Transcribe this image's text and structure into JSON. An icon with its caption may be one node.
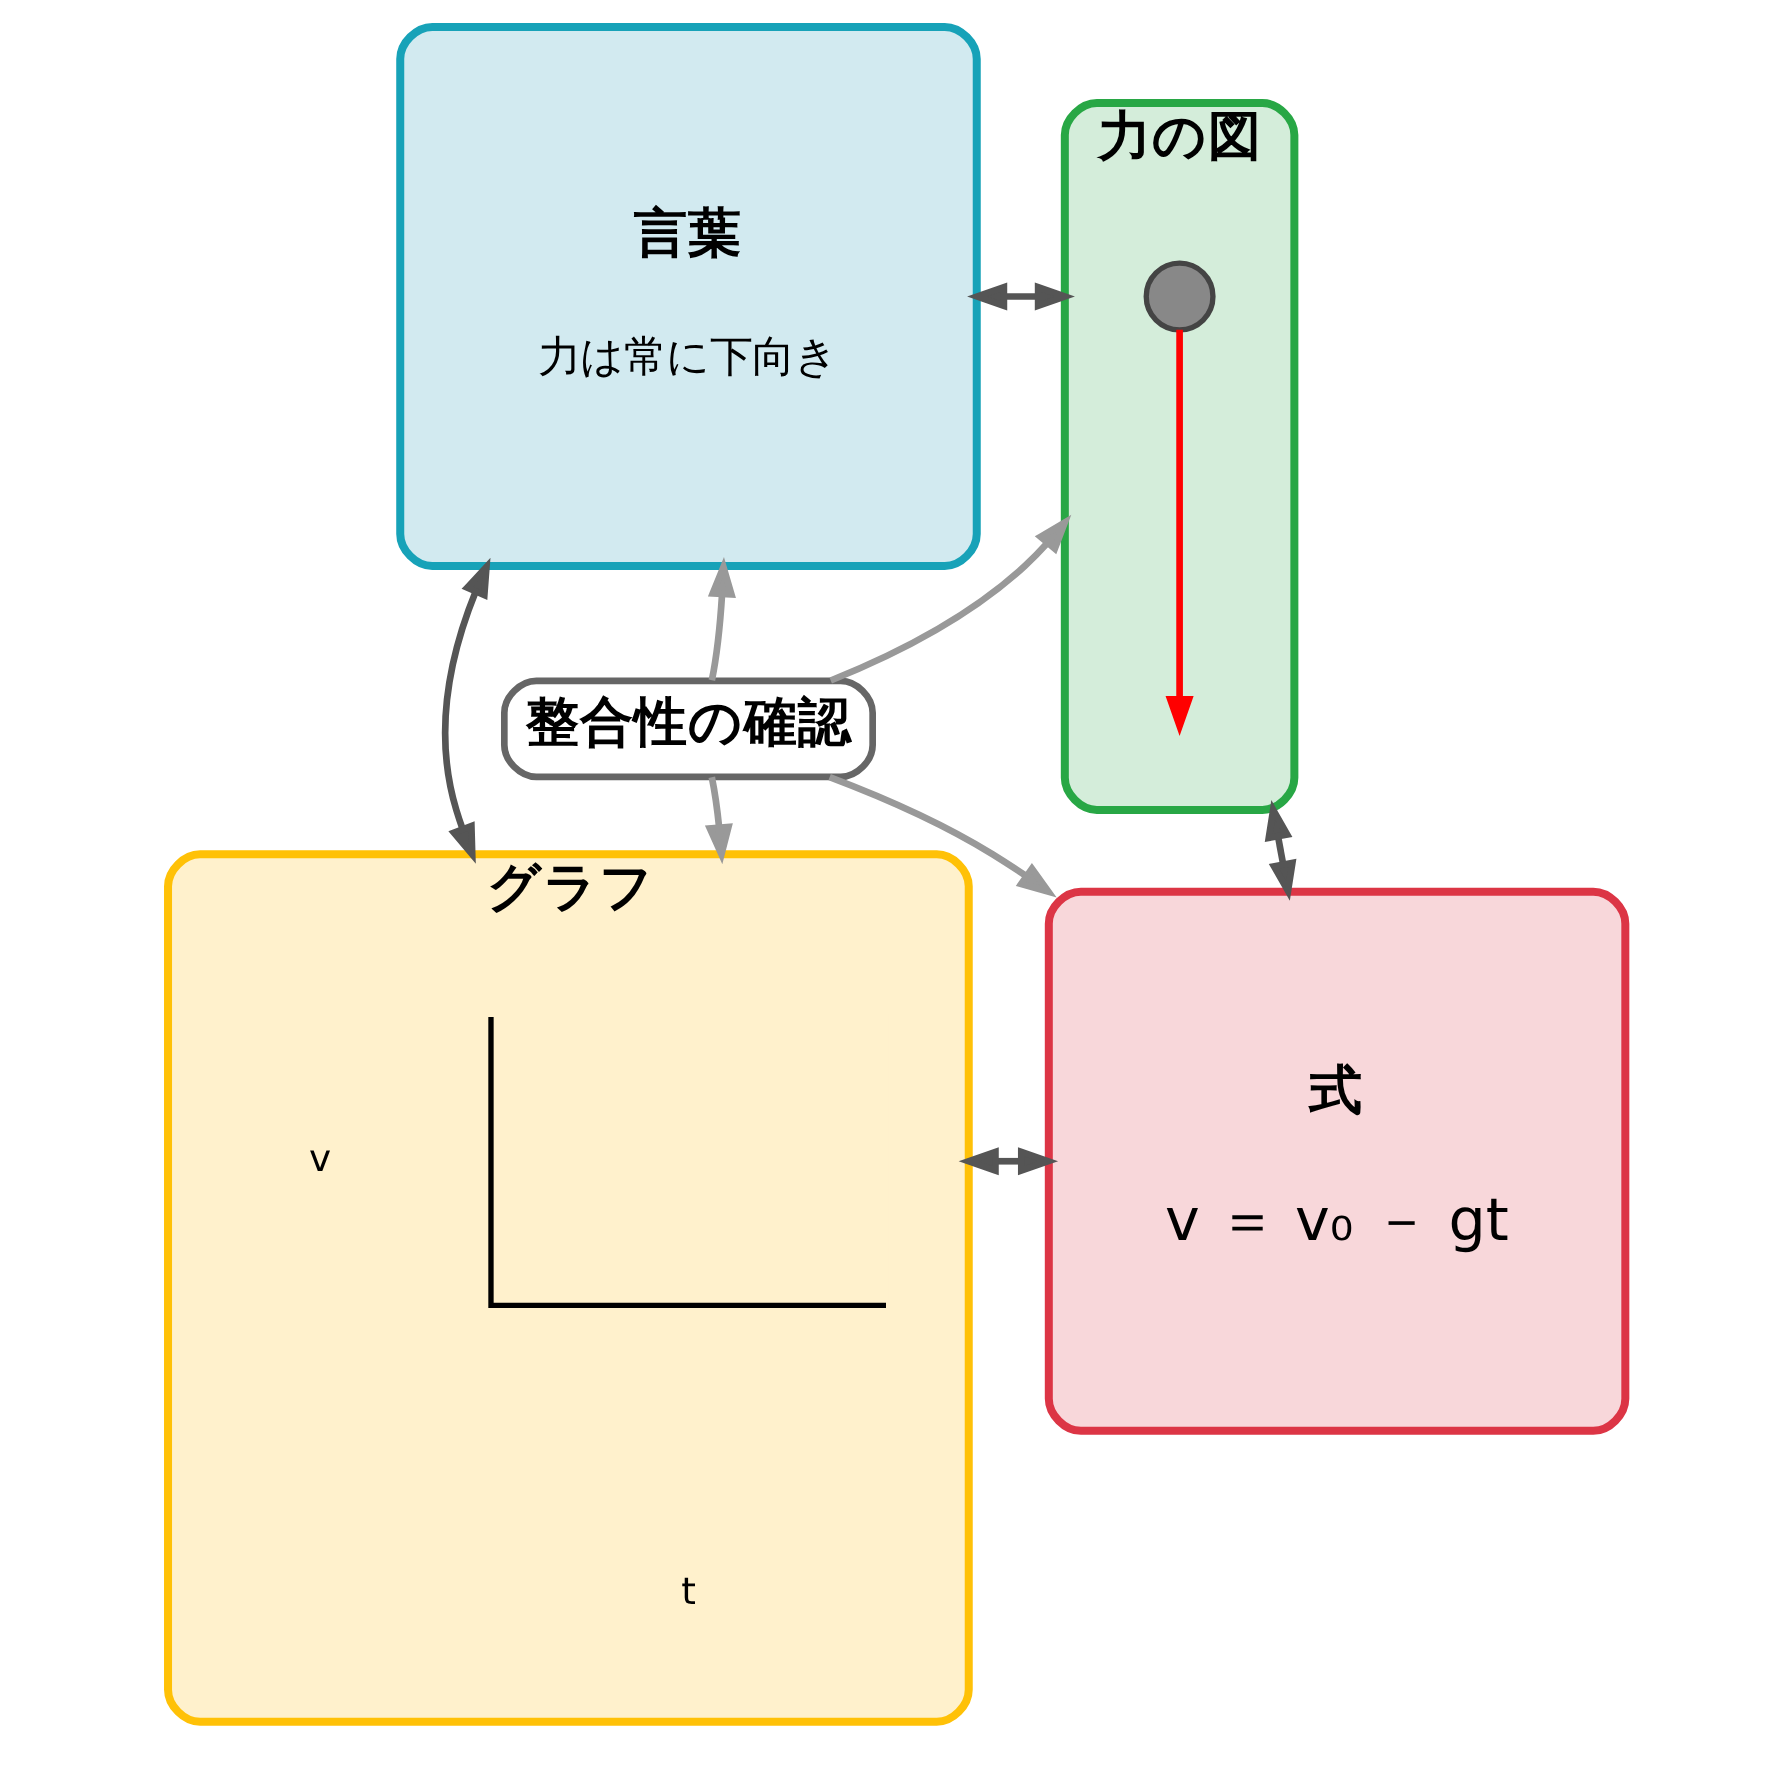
{
  "diagram": {
    "nodes": [
      {
        "text": [
          "言葉",
          "力は常に下向き"
        ]
      },
      {
        "text": [
          "力の図"
        ]
      },
      {
        "text": [],
        "shape": "circle",
        "in": 1
      },
      {
        "text": [
          "整合性の確認"
        ]
      },
      {
        "text": [
          "グラフ"
        ]
      },
      {
        "text": [],
        "shape": "picture",
        "in": 4
      },
      {
        "text": [
          "式",
          "v ＝ v₀ － gt"
        ]
      }
    ],
    "edges": [
      {
        "from": 0,
        "to": 1,
        "arrow": "both"
      },
      {
        "from": 0,
        "to": 4,
        "arrow": "both"
      },
      {
        "from": 1,
        "to": 6,
        "arrow": "both"
      },
      {
        "from": 4,
        "to": 6,
        "arrow": "both"
      },
      {
        "from": 3,
        "to": 0,
        "arrow": "to",
        "color": "#999999"
      },
      {
        "from": 3,
        "to": 1,
        "arrow": "to",
        "color": "#999999"
      },
      {
        "from": 3,
        "to": 4,
        "arrow": "to",
        "color": "#999999"
      },
      {
        "from": 3,
        "to": 6,
        "arrow": "to",
        "color": "#999999"
      },
      {
        "from": 2,
        "to": null,
        "arrow": "to",
        "color": "#ff0000"
      }
    ],
    "labels": [
      "v",
      "t"
    ]
  }
}
